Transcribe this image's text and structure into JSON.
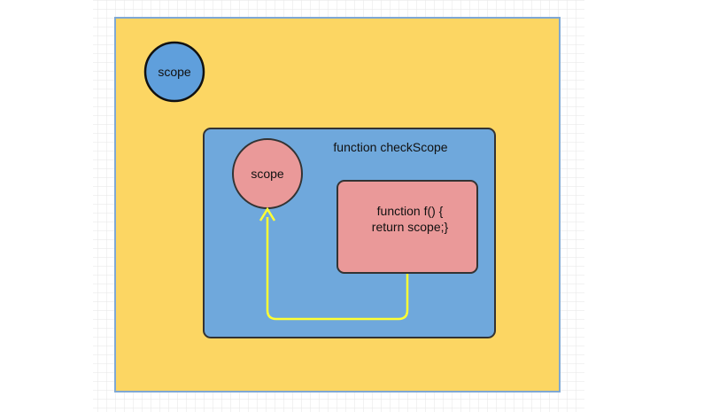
{
  "diagram": {
    "outer_scope": {
      "circle_label": "scope",
      "fill": "#fcd663",
      "border": "#7fa8d4",
      "circle_fill": "#5f9fdc"
    },
    "check_scope": {
      "title": "function checkScope",
      "fill": "#6fa8dc",
      "border": "#333333",
      "circle_label": "scope",
      "circle_fill": "#ea9999"
    },
    "inner_function": {
      "line1": "function f() {",
      "line2": "return scope;}",
      "fill": "#ea9999",
      "border": "#333333"
    },
    "arrow": {
      "color": "#ffff33",
      "icon": "arrow-up-icon"
    }
  }
}
